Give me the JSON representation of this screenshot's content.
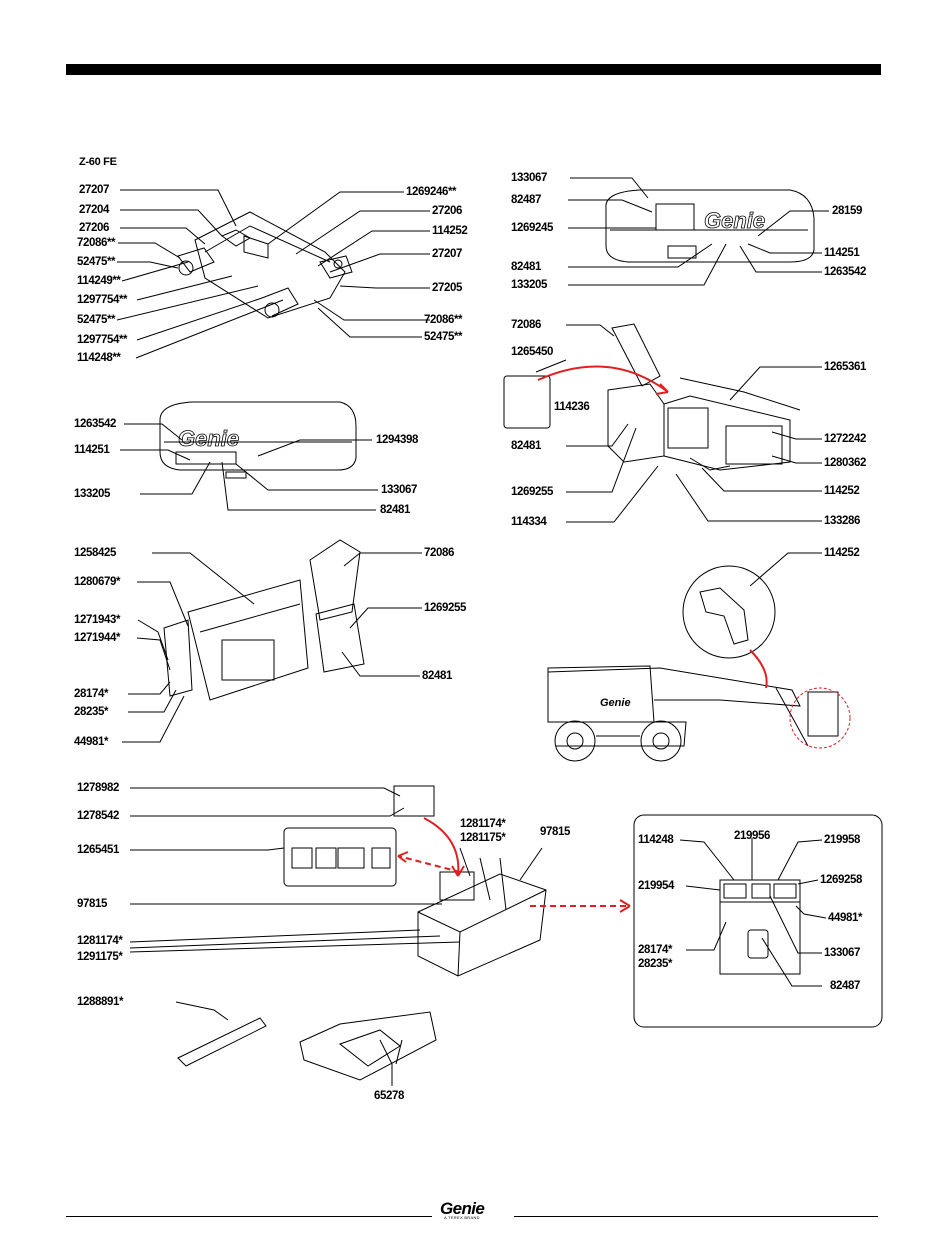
{
  "header": {
    "model": "Z-60 FE"
  },
  "footer": {
    "brand": "Genie",
    "tagline": "A TEREX BRAND"
  },
  "decals": {
    "genie_logo": "Genie"
  },
  "colors": {
    "ink": "#000000",
    "callout_arrow": "#e02020",
    "panel_border": "#000000"
  },
  "labels": {
    "a1": "27207",
    "a2": "27204",
    "a3": "27206",
    "a4": "72086**",
    "a5": "52475**",
    "a6": "114249**",
    "a7": "1297754**",
    "a8": "52475**",
    "a9": "1297754**",
    "a10": "114248**",
    "a11": "1269246**",
    "a12": "27206",
    "a13": "114252",
    "a14": "27207",
    "a15": "27205",
    "a16": "72086**",
    "a17": "52475**",
    "b1": "133067",
    "b2": "82487",
    "b3": "1269245",
    "b4": "82481",
    "b5": "133205",
    "b6": "28159",
    "b7": "114251",
    "b8": "1263542",
    "c1": "1263542",
    "c2": "114251",
    "c3": "133205",
    "c4": "1294398",
    "c5": "133067",
    "c6": "82481",
    "d1": "72086",
    "d2": "1265450",
    "d3": "114236",
    "d4": "82481",
    "d5": "1269255",
    "d6": "114334",
    "d7": "1265361",
    "d8": "1272242",
    "d9": "1280362",
    "d10": "114252",
    "d11": "133286",
    "e1": "1258425",
    "e2": "1280679*",
    "e3": "1271943*",
    "e4": "1271944*",
    "e5": "28174*",
    "e6": "28235*",
    "e7": "44981*",
    "e8": "72086",
    "e9": "1269255",
    "e10": "82481",
    "f1": "114252",
    "g1": "1278982",
    "g2": "1278542",
    "g3": "1265451",
    "g4": "97815",
    "g5": "1281174*",
    "g6": "1291175*",
    "g7": "1281174*",
    "g8": "1281175*",
    "g9": "97815",
    "g10": "1288891*",
    "g11": "65278",
    "h1": "114248",
    "h2": "219956",
    "h3": "219958",
    "h4": "219954",
    "h5": "1269258",
    "h6": "44981*",
    "h7": "28174*",
    "h8": "28235*",
    "h9": "133067",
    "h10": "82487"
  }
}
